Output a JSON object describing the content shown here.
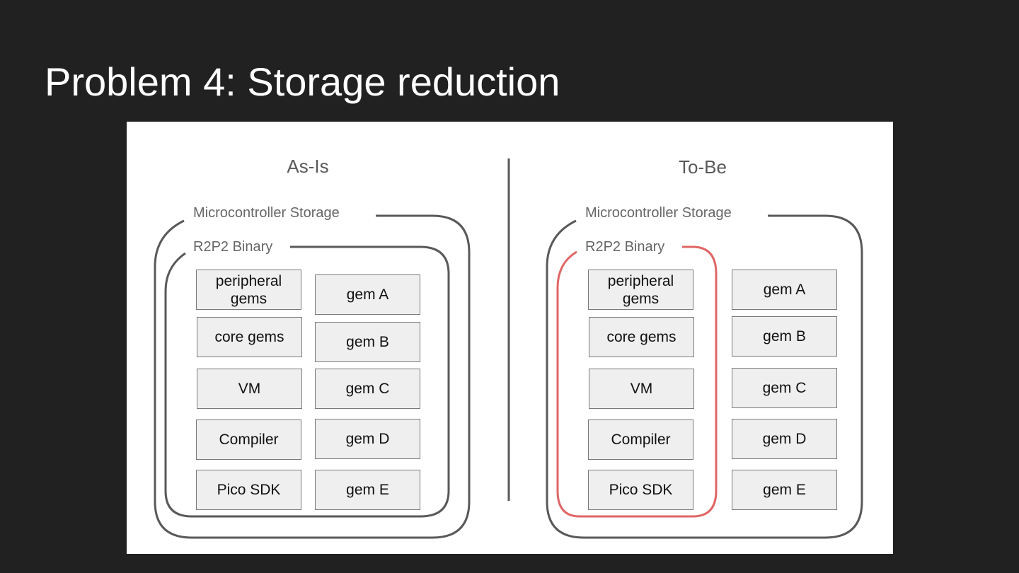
{
  "slide": {
    "title": "Problem 4: Storage reduction"
  },
  "as_is": {
    "heading": "As-Is",
    "outer_label": "Microcontroller Storage",
    "inner_label": "R2P2 Binary",
    "binary_items": [
      "peripheral gems",
      "core gems",
      "VM",
      "Compiler",
      "Pico SDK"
    ],
    "gems": [
      "gem A",
      "gem B",
      "gem C",
      "gem D",
      "gem E"
    ]
  },
  "to_be": {
    "heading": "To-Be",
    "outer_label": "Microcontroller Storage",
    "inner_label": "R2P2 Binary",
    "binary_items": [
      "peripheral gems",
      "core gems",
      "VM",
      "Compiler",
      "Pico SDK"
    ],
    "gems": [
      "gem A",
      "gem B",
      "gem C",
      "gem D",
      "gem E"
    ]
  },
  "colors": {
    "background": "#212121",
    "frame_stroke": "#595959",
    "highlight_stroke": "#e06666",
    "box_fill": "#efefef"
  }
}
